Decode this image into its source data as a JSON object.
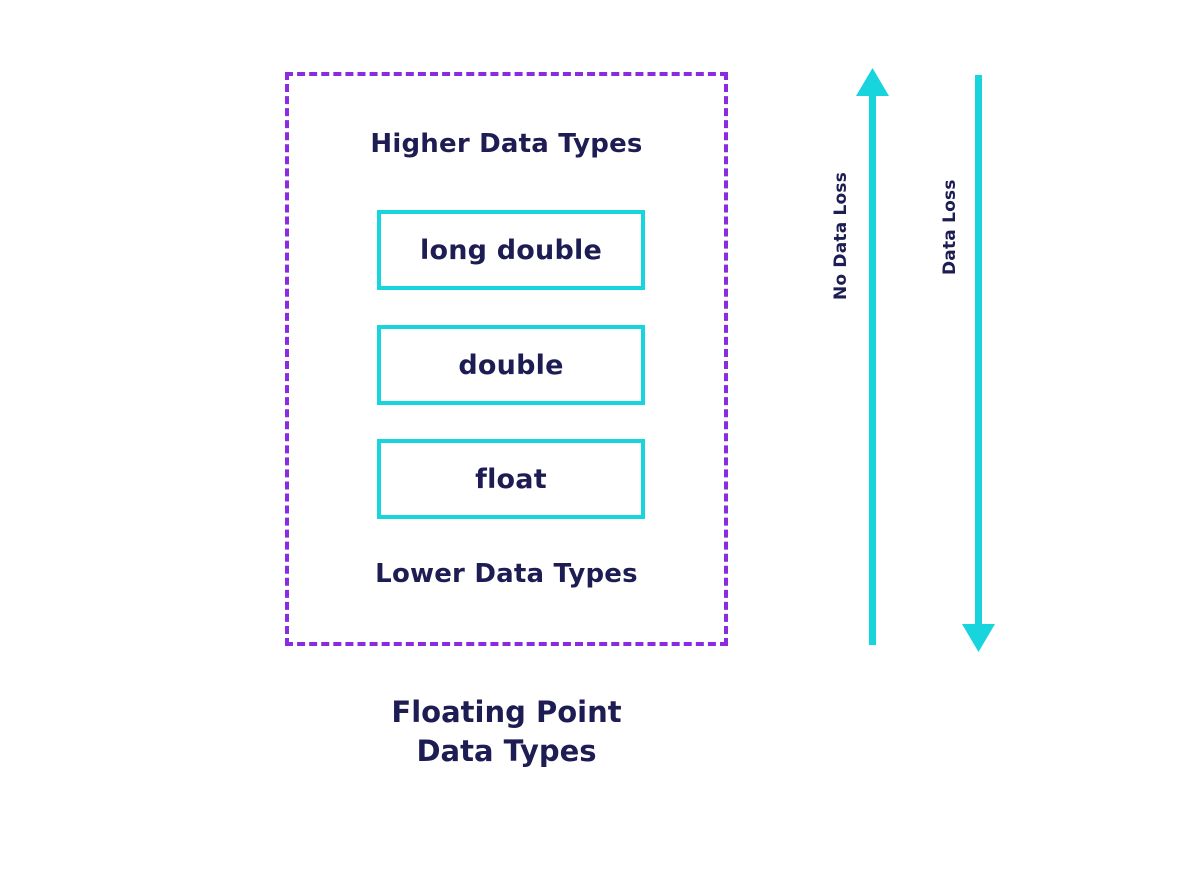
{
  "diagram": {
    "title": "Floating Point Data Types",
    "caption_lines": [
      "Floating Point",
      "Data Types"
    ],
    "group": {
      "top_label": "Higher Data Types",
      "bottom_label": "Lower Data Types",
      "border_color": "#8a2be2",
      "border_style": "dashed"
    },
    "type_boxes": [
      {
        "label": "long double",
        "border_color": "#17d4dd"
      },
      {
        "label": "double",
        "border_color": "#17d4dd"
      },
      {
        "label": "float",
        "border_color": "#17d4dd"
      }
    ],
    "axes": [
      {
        "label": "No Data Loss",
        "direction": "up",
        "color": "#17d4dd",
        "arrowhead": "top"
      },
      {
        "label": "Data Loss",
        "direction": "down",
        "color": "#17d4dd",
        "arrowhead": "bottom"
      }
    ],
    "colors": {
      "background": "#ffffff",
      "text": "#1d1d54",
      "accent_cyan": "#17d4dd",
      "accent_purple": "#8a2be2"
    }
  }
}
